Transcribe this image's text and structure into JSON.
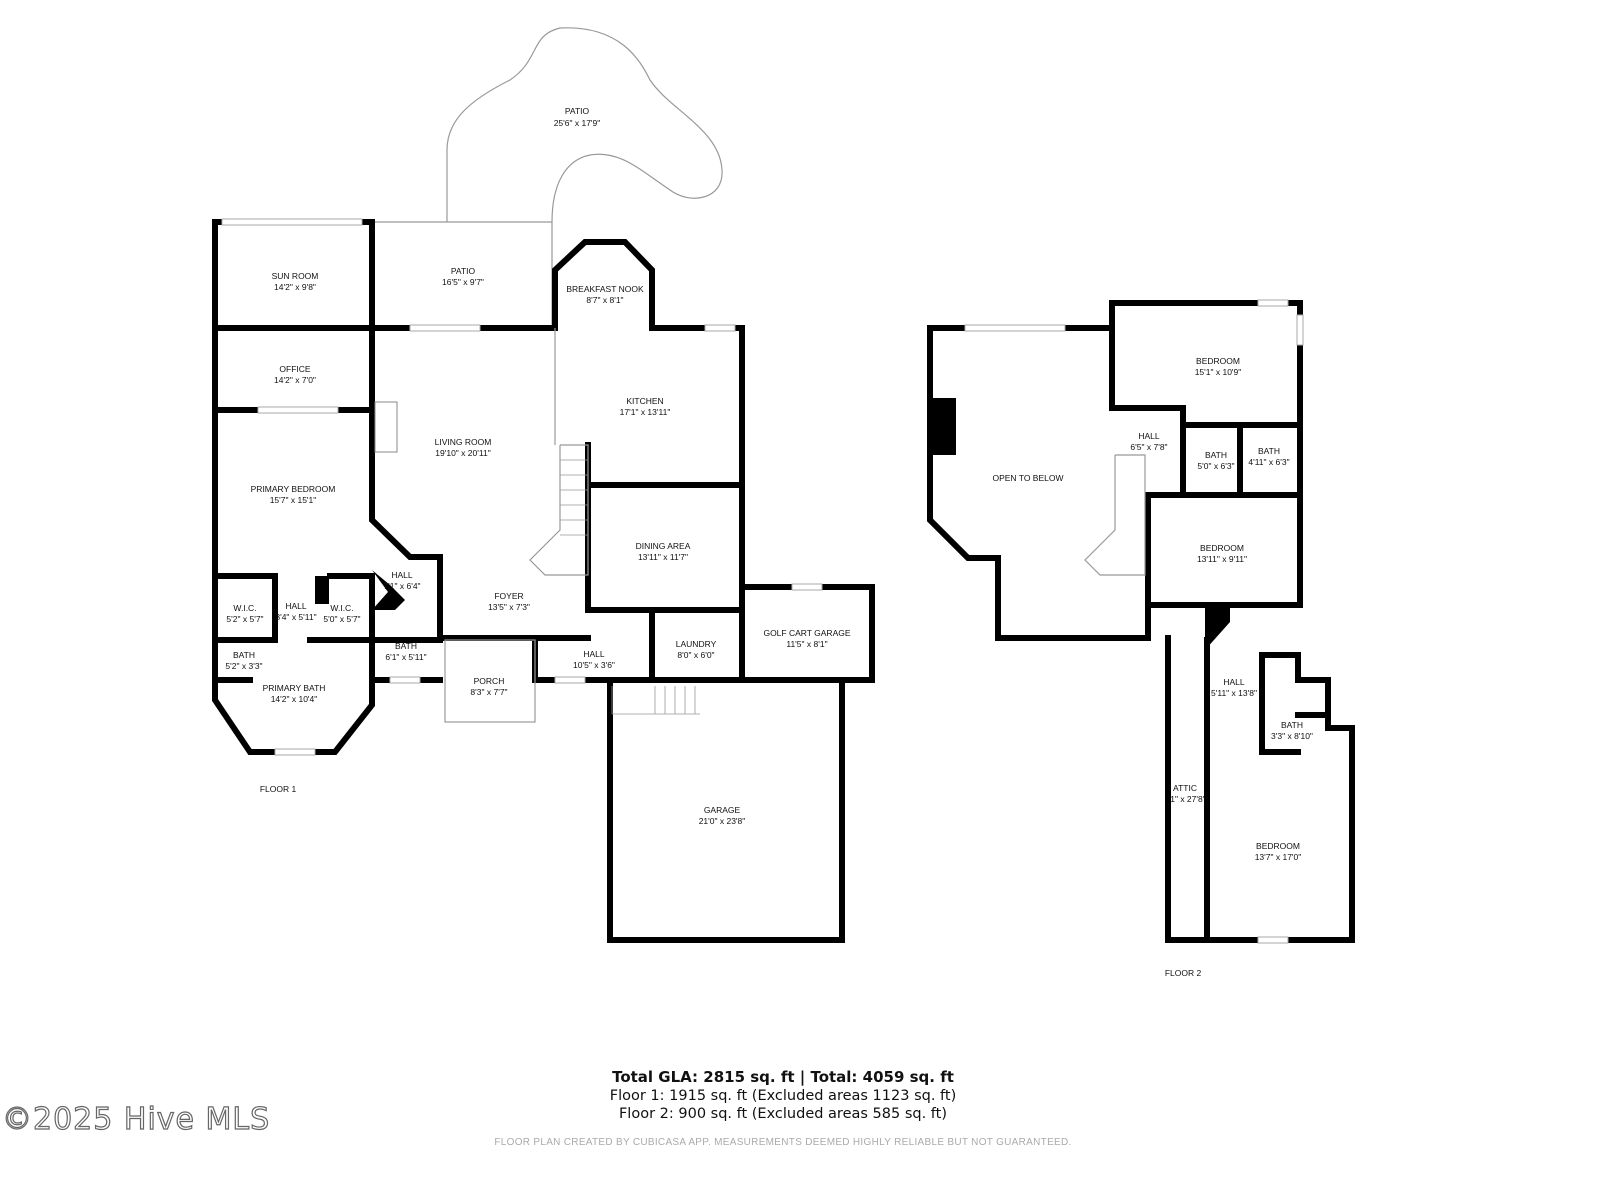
{
  "floor1": {
    "label": "FLOOR 1",
    "rooms": [
      {
        "name": "PATIO",
        "dim": "25'6\" x 17'9\""
      },
      {
        "name": "SUN ROOM",
        "dim": "14'2\" x 9'8\""
      },
      {
        "name": "PATIO",
        "dim": "16'5\" x 9'7\""
      },
      {
        "name": "BREAKFAST NOOK",
        "dim": "8'7\" x 8'1\""
      },
      {
        "name": "OFFICE",
        "dim": "14'2\" x 7'0\""
      },
      {
        "name": "KITCHEN",
        "dim": "17'1\" x 13'11\""
      },
      {
        "name": "LIVING ROOM",
        "dim": "19'10\" x 20'11\""
      },
      {
        "name": "PRIMARY BEDROOM",
        "dim": "15'7\" x 15'1\""
      },
      {
        "name": "DINING AREA",
        "dim": "13'11\" x 11'7\""
      },
      {
        "name": "HALL",
        "dim": "7'1\" x 6'4\""
      },
      {
        "name": "FOYER",
        "dim": "13'5\" x 7'3\""
      },
      {
        "name": "W.I.C.",
        "dim": "5'2\" x 5'7\""
      },
      {
        "name": "HALL",
        "dim": "3'4\" x 5'11\""
      },
      {
        "name": "W.I.C.",
        "dim": "5'0\" x 5'7\""
      },
      {
        "name": "GOLF CART GARAGE",
        "dim": "11'5\" x 8'1\""
      },
      {
        "name": "LAUNDRY",
        "dim": "8'0\" x 6'0\""
      },
      {
        "name": "HALL",
        "dim": "10'5\" x 3'6\""
      },
      {
        "name": "BATH",
        "dim": "6'1\" x 5'11\""
      },
      {
        "name": "BATH",
        "dim": "5'2\" x 3'3\""
      },
      {
        "name": "PRIMARY BATH",
        "dim": "14'2\" x 10'4\""
      },
      {
        "name": "PORCH",
        "dim": "8'3\" x 7'7\""
      },
      {
        "name": "GARAGE",
        "dim": "21'0\" x 23'8\""
      }
    ]
  },
  "floor2": {
    "label": "FLOOR 2",
    "rooms": [
      {
        "name": "BEDROOM",
        "dim": "15'1\" x 10'9\""
      },
      {
        "name": "OPEN TO BELOW",
        "dim": ""
      },
      {
        "name": "HALL",
        "dim": "6'5\" x 7'8\""
      },
      {
        "name": "BATH",
        "dim": "5'0\" x 6'3\""
      },
      {
        "name": "BATH",
        "dim": "4'11\" x 6'3\""
      },
      {
        "name": "BEDROOM",
        "dim": "13'11\" x 9'11\""
      },
      {
        "name": "HALL",
        "dim": "5'11\" x 13'8\""
      },
      {
        "name": "BATH",
        "dim": "3'3\" x 8'10\""
      },
      {
        "name": "ATTIC",
        "dim": "1\" x 27'8\""
      },
      {
        "name": "BEDROOM",
        "dim": "13'7\" x 17'0\""
      }
    ]
  },
  "summary": {
    "total": "Total GLA: 2815 sq. ft | Total: 4059 sq. ft",
    "floor1": "Floor 1: 1915 sq. ft (Excluded areas 1123 sq. ft)",
    "floor2": "Floor 2: 900 sq. ft (Excluded areas 585 sq. ft)"
  },
  "disclaimer": "FLOOR PLAN CREATED BY CUBICASA APP. MEASUREMENTS DEEMED HIGHLY RELIABLE BUT NOT GUARANTEED.",
  "watermark": "©2025 Hive MLS"
}
